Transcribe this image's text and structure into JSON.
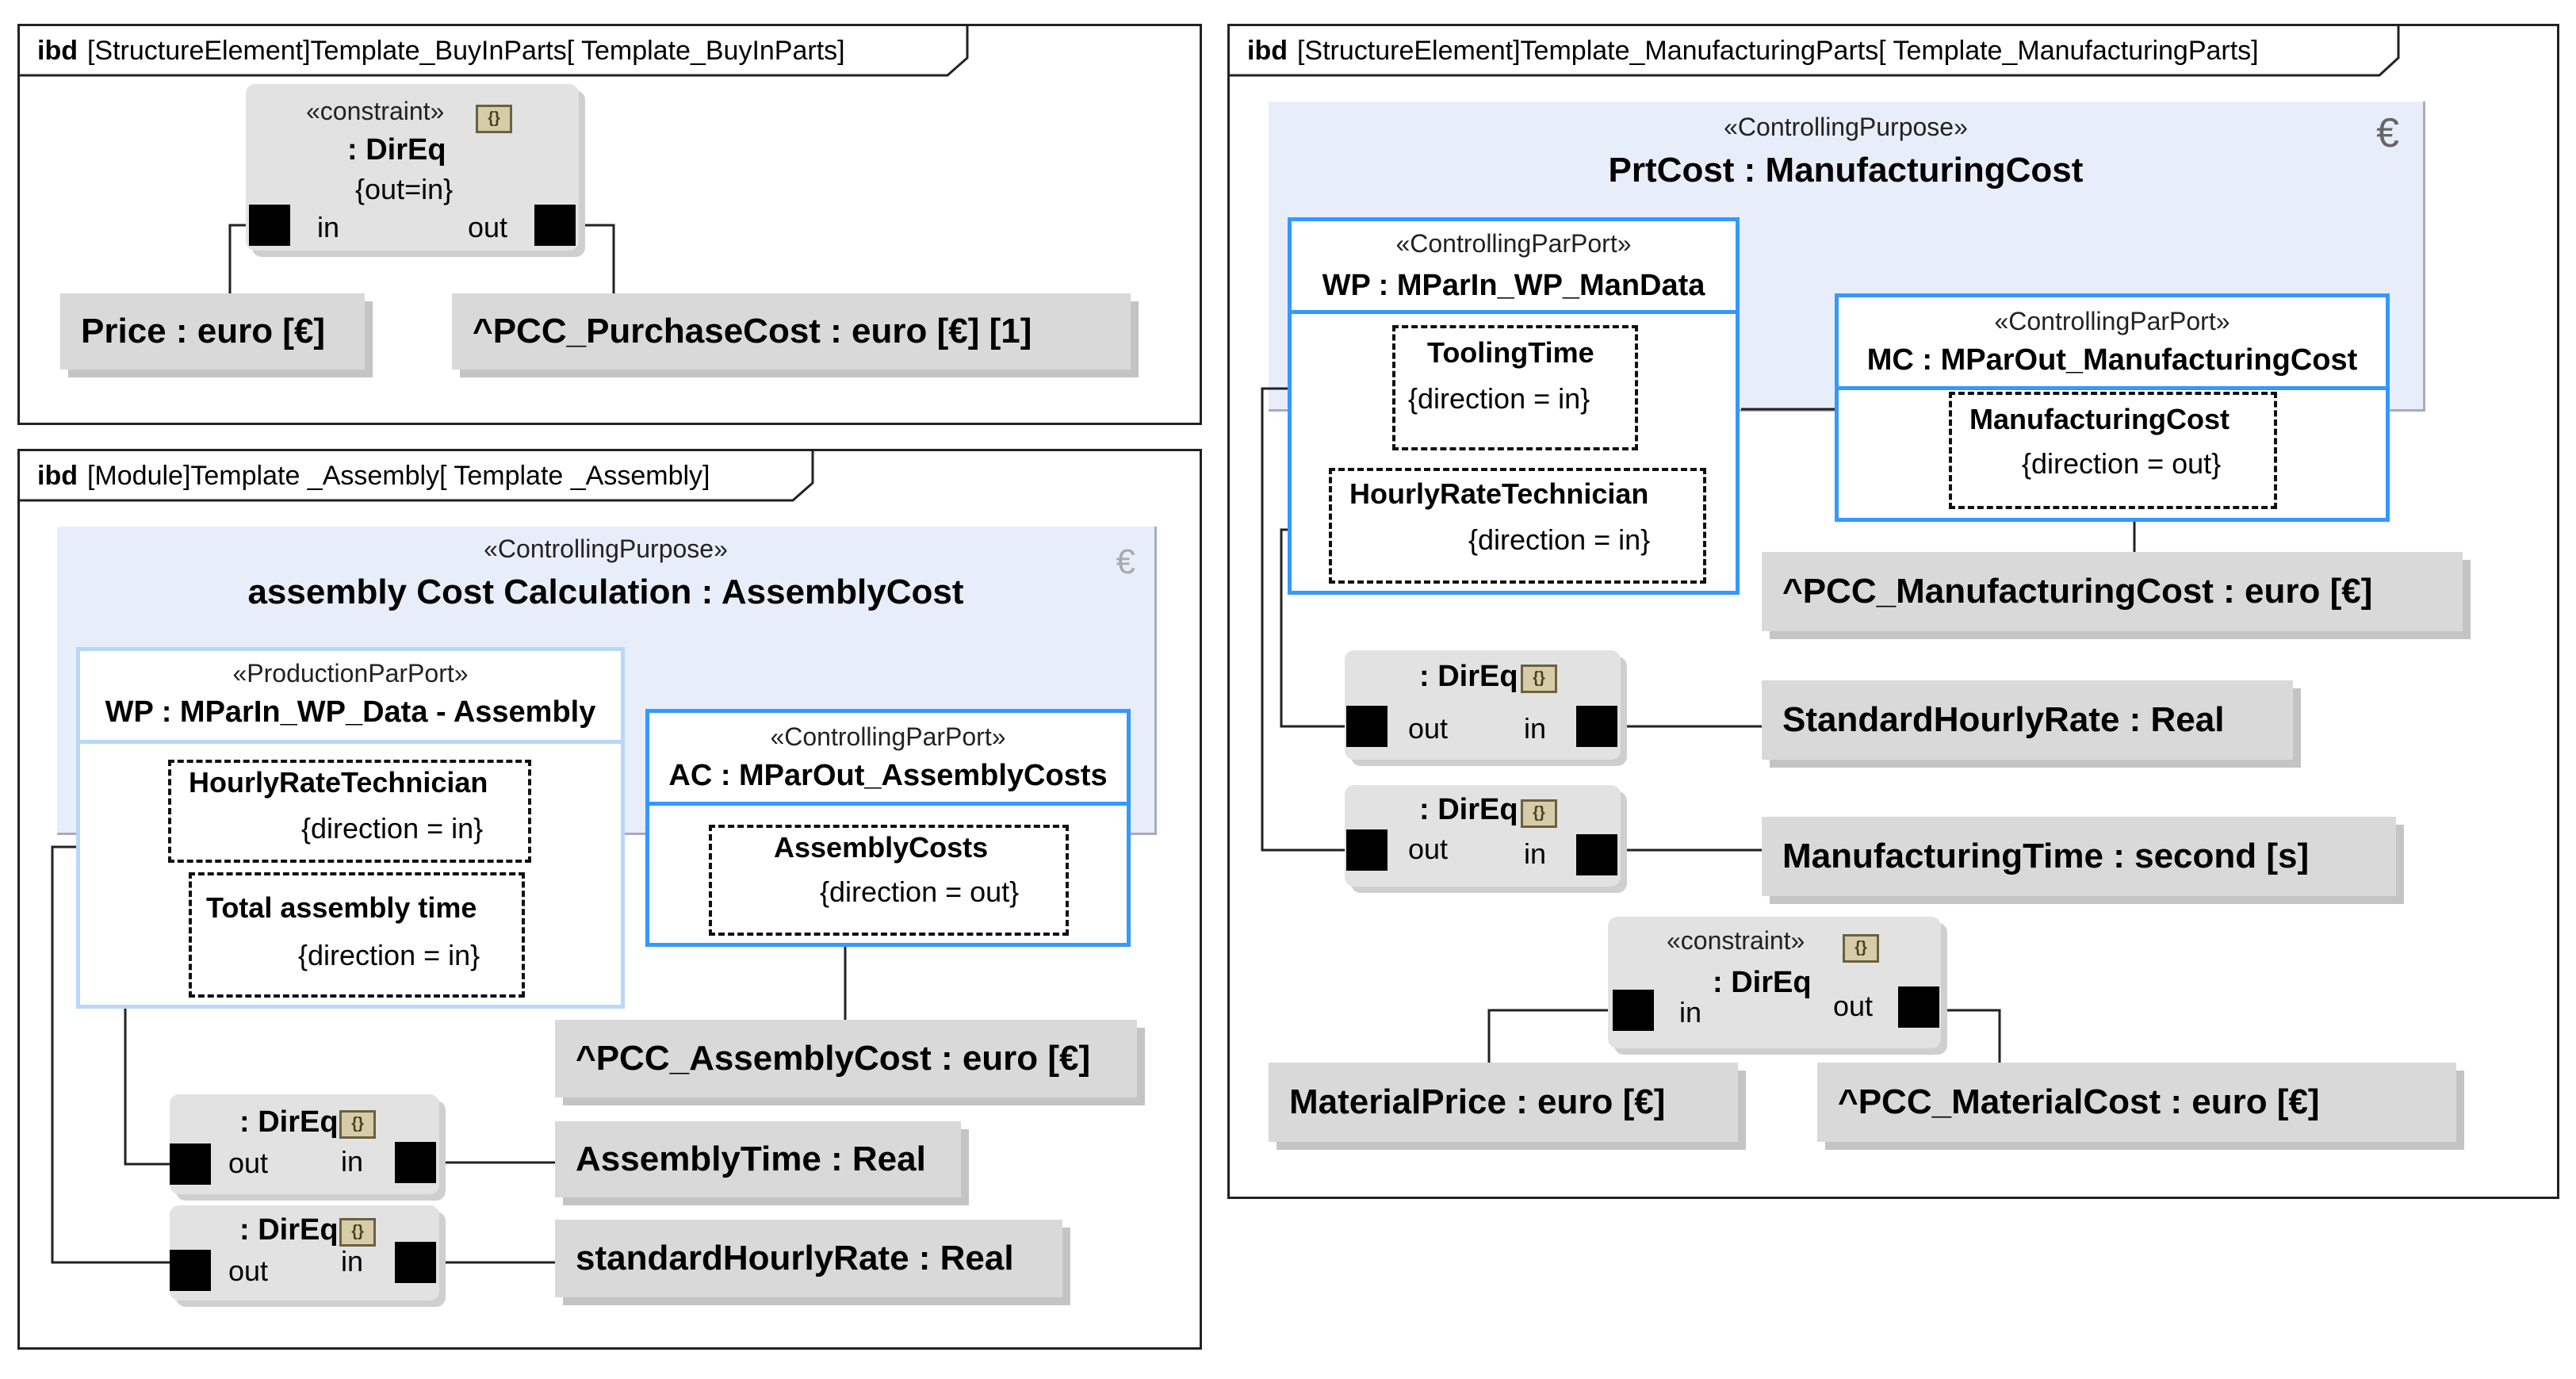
{
  "frames": {
    "buyin": {
      "kind": "ibd",
      "label": "[StructureElement]Template_BuyInParts[ Template_BuyInParts]"
    },
    "assembly": {
      "kind": "ibd",
      "label": "[Module]Template _Assembly[ Template _Assembly]"
    },
    "manufacturing": {
      "kind": "ibd",
      "label": "[StructureElement]Template_ManufacturingParts[ Template_ManufacturingParts]"
    }
  },
  "buyin": {
    "constraint": {
      "stereotype": "«constraint»",
      "name": ": DirEq",
      "expr": "{out=in}",
      "in": "in",
      "out": "out"
    },
    "params": {
      "price": "Price : euro [€]",
      "purchase_cost": "^PCC_PurchaseCost : euro [€] [1]"
    }
  },
  "assembly": {
    "purpose": {
      "stereotype": "«ControllingPurpose»",
      "title": "assembly Cost Calculation : AssemblyCost"
    },
    "wp_port": {
      "stereotype": "«ProductionParPort»",
      "title": "WP : MParIn_WP_Data - Assembly",
      "p1_name": "HourlyRateTechnician",
      "p1_dir": "{direction = in}",
      "p2_name": "Total assembly time",
      "p2_dir": "{direction = in}"
    },
    "ac_port": {
      "stereotype": "«ControllingParPort»",
      "title": "AC : MParOut_AssemblyCosts",
      "p1_name": "AssemblyCosts",
      "p1_dir": "{direction = out}"
    },
    "params": {
      "assembly_cost": "^PCC_AssemblyCost : euro [€]",
      "assembly_time": "AssemblyTime : Real",
      "hourly_rate": "standardHourlyRate : Real"
    },
    "direq1": {
      "name": ": DirEq",
      "out": "out",
      "in": "in"
    },
    "direq2": {
      "name": ": DirEq",
      "out": "out",
      "in": "in"
    }
  },
  "manufacturing": {
    "purpose": {
      "stereotype": "«ControllingPurpose»",
      "title": "PrtCost : ManufacturingCost"
    },
    "wp_port": {
      "stereotype": "«ControllingParPort»",
      "title": "WP : MParIn_WP_ManData",
      "p1_name": "ToolingTime",
      "p1_dir": "{direction = in}",
      "p2_name": "HourlyRateTechnician",
      "p2_dir": "{direction = in}"
    },
    "mc_port": {
      "stereotype": "«ControllingParPort»",
      "title": "MC : MParOut_ManufacturingCost",
      "p1_name": "ManufacturingCost",
      "p1_dir": "{direction = out}"
    },
    "params": {
      "manufacturing_cost": "^PCC_ManufacturingCost : euro [€]",
      "std_hourly_rate": "StandardHourlyRate : Real",
      "manufacturing_time": "ManufacturingTime : second [s]",
      "material_price": "MaterialPrice : euro [€]",
      "material_cost": "^PCC_MaterialCost : euro [€]"
    },
    "direq1": {
      "name": ": DirEq",
      "out": "out",
      "in": "in"
    },
    "direq2": {
      "name": ": DirEq",
      "out": "out",
      "in": "in"
    },
    "constraint": {
      "stereotype": "«constraint»",
      "name": ": DirEq",
      "in": "in",
      "out": "out"
    }
  },
  "icons": {
    "constraint": "constraint-icon",
    "euro": "euro-icon"
  }
}
